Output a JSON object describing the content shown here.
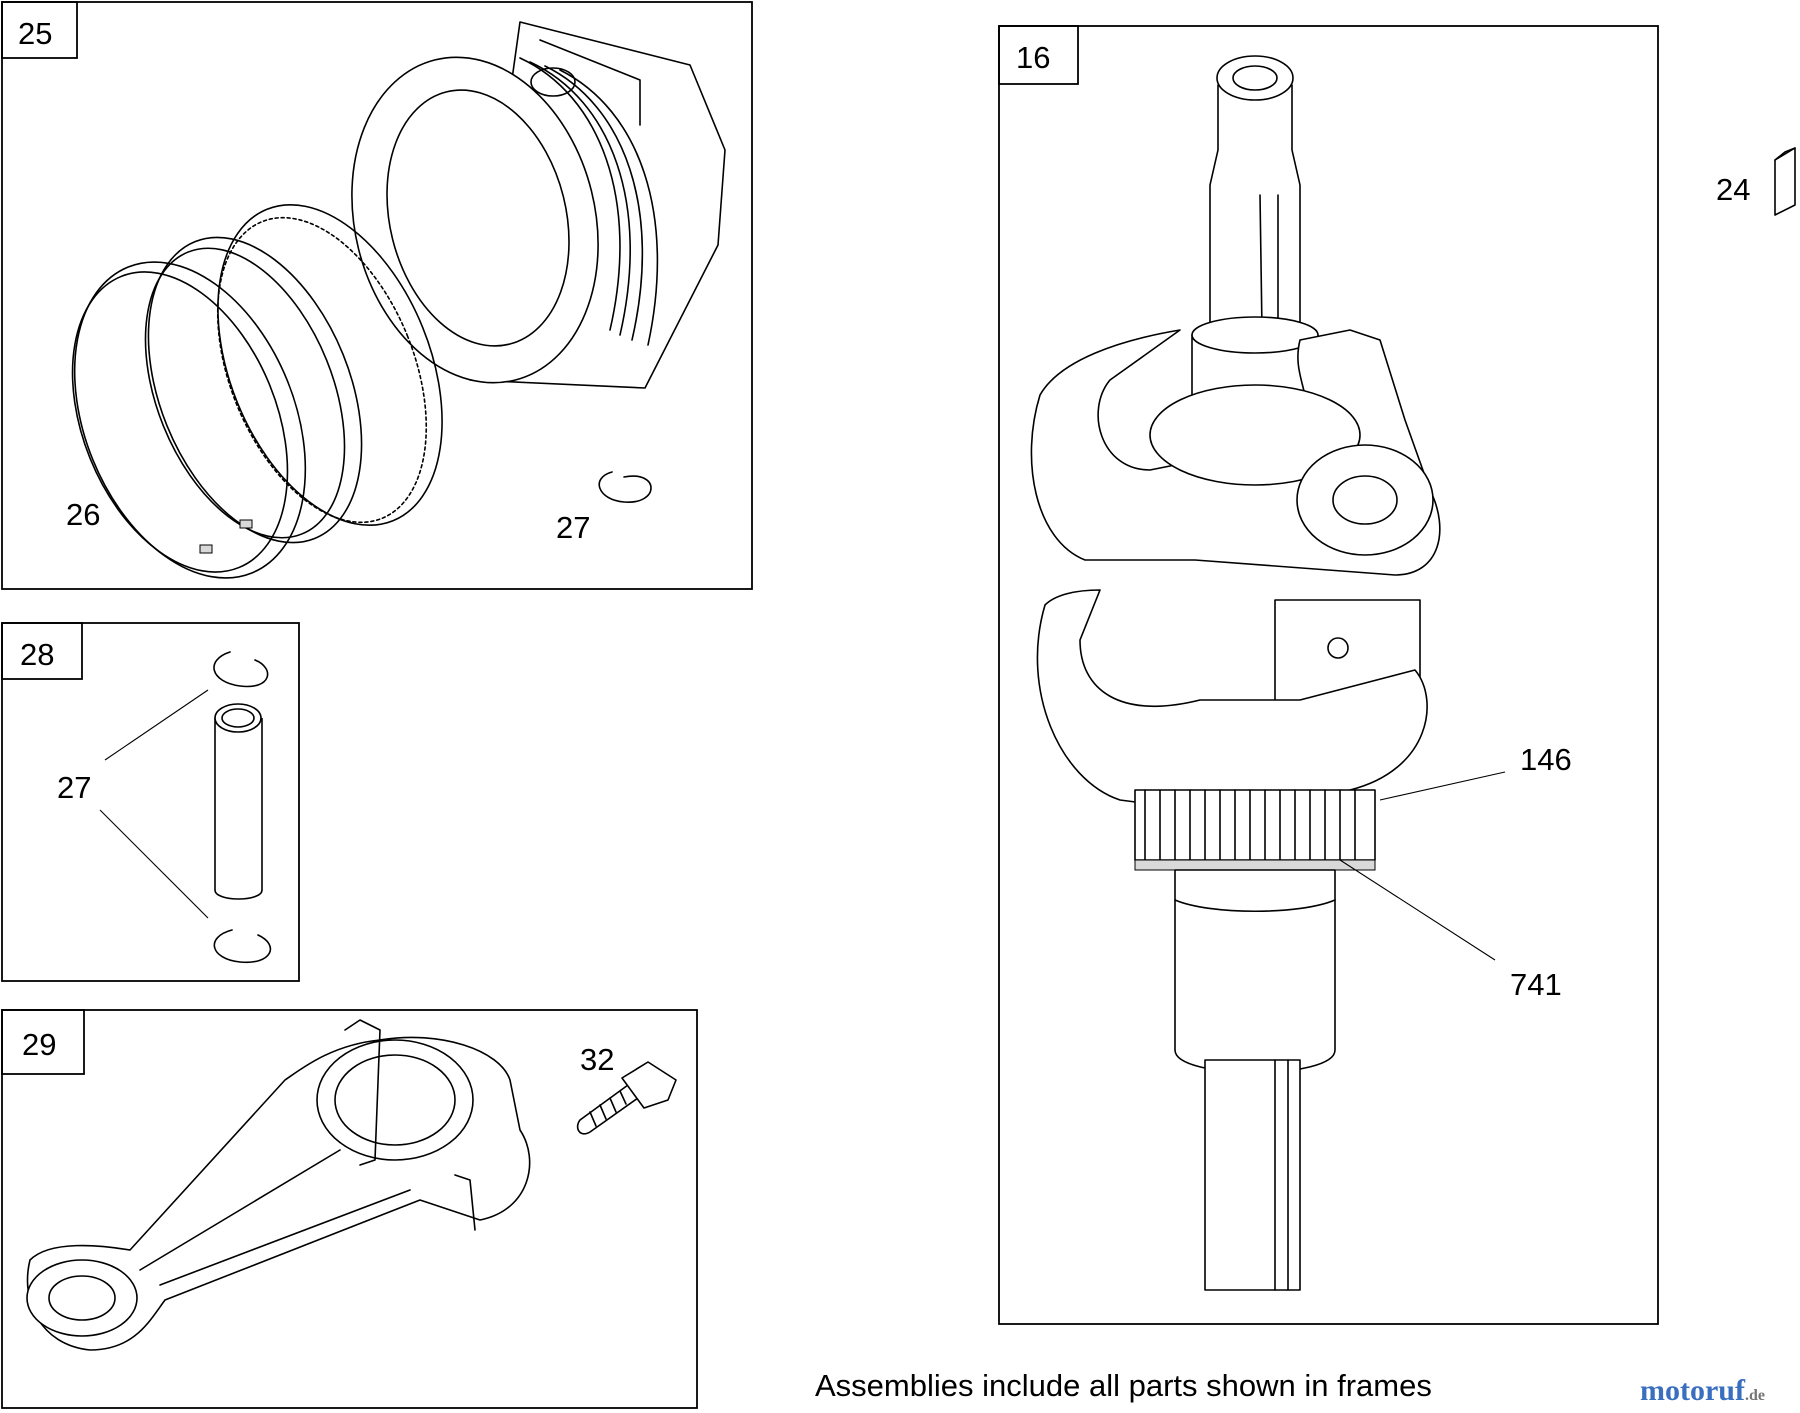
{
  "frames": {
    "piston": {
      "number": "25"
    },
    "pin": {
      "number": "28"
    },
    "rod": {
      "number": "29"
    },
    "crankshaft": {
      "number": "16"
    }
  },
  "callouts": {
    "rings": "26",
    "lock_ring_piston": "27",
    "lock_ring_pin": "27",
    "rod_bolt": "32",
    "key": "24",
    "gear": "146",
    "gear_key": "741"
  },
  "caption": "Assemblies include all parts shown in frames",
  "watermark": {
    "main": "motoruf",
    "suffix": ".de",
    "colors": [
      "#3a6fc0",
      "#d8432f",
      "#e8a21c",
      "#3a8f3f"
    ]
  }
}
